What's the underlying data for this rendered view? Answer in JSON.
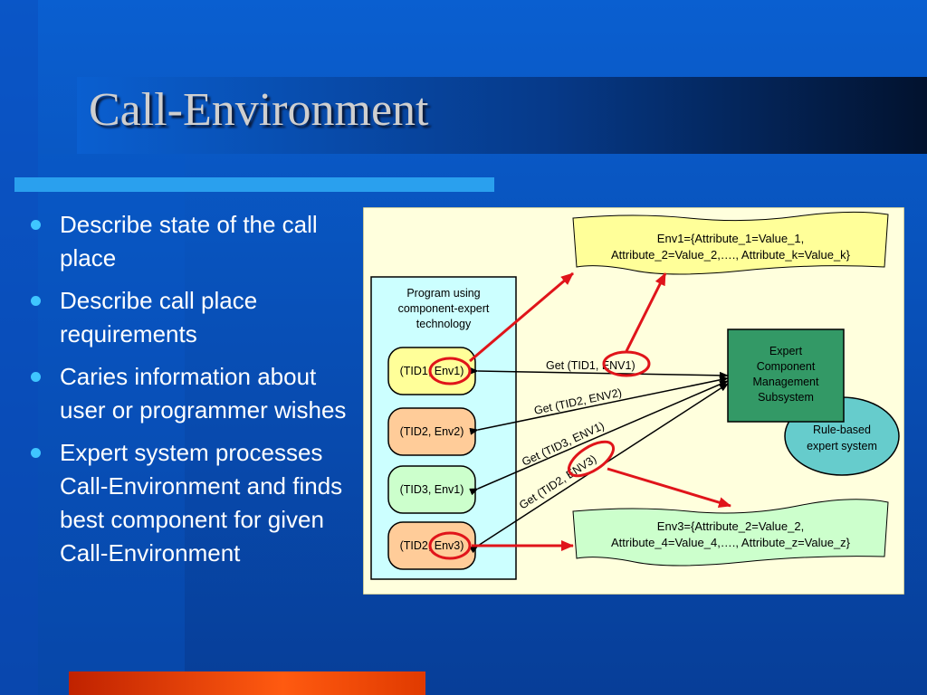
{
  "slide": {
    "title": "Call-Environment",
    "bullets": [
      "Describe state of the call place",
      "Describe call place requirements",
      "Caries information about user or programmer wishes",
      "Expert system processes Call-Environment and finds best component for given Call-Environment"
    ]
  },
  "diagram": {
    "program_box": [
      "Program using",
      "component-expert",
      "technology"
    ],
    "tids": [
      "(TID1, Env1)",
      "(TID2, Env2)",
      "(TID3, Env1)",
      "(TID2, Env3)"
    ],
    "env1_note": [
      "Env1={Attribute_1=Value_1,",
      "Attribute_2=Value_2,…., Attribute_k=Value_k}"
    ],
    "env3_note": [
      "Env3={Attribute_2=Value_2,",
      "Attribute_4=Value_4,…., Attribute_z=Value_z}"
    ],
    "expert_box": [
      "Expert",
      "Component",
      "Management",
      "Subsystem"
    ],
    "rule_based": [
      "Rule-based",
      "expert system"
    ],
    "get_labels": [
      "Get (TID1, ENV1)",
      "Get (TID2, ENV2)",
      "Get (TID3, ENV1)",
      "Get (TID2, ENV3)"
    ]
  },
  "colors": {
    "background": "#0a5fd0",
    "title_text": "#cfcfcf",
    "bullet_dot": "#3fc6ff",
    "accent_rule": "#2aa0ee",
    "bottom_bar": "#ff5a10",
    "diagram_bg": "#ffffdd",
    "program_bg": "#ccffff",
    "env1_fill": "#ffff99",
    "env2_fill": "#ffcc99",
    "env3_fill": "#ccffcc",
    "expert_fill": "#339966",
    "rule_fill": "#66cccc",
    "red_marks": "#e0141a"
  }
}
